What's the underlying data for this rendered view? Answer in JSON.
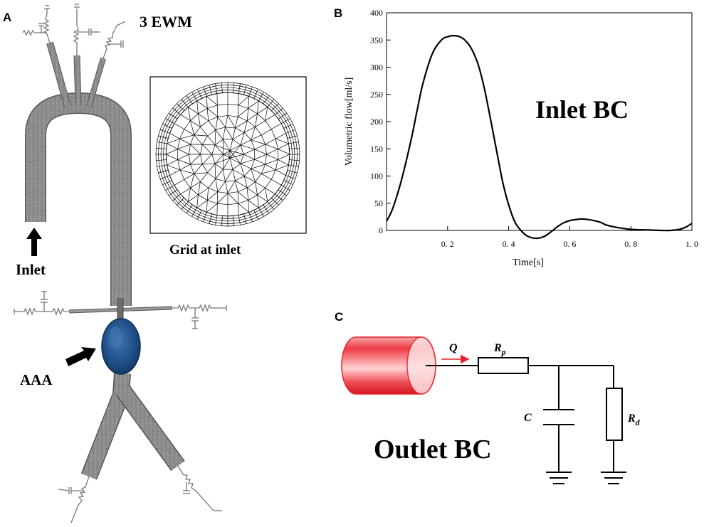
{
  "panels": {
    "a": {
      "letter": "A",
      "model_label": "3 EWM",
      "grid_label": "Grid at inlet",
      "inlet_label": "Inlet",
      "aaa_label": "AAA",
      "colors": {
        "vessel": "#8a8a8a",
        "aneurysm": "#1f4e86",
        "circuit": "#777777"
      }
    },
    "b": {
      "letter": "B",
      "annotation": "Inlet BC",
      "chart_data": {
        "type": "line",
        "xlabel": "Time[s]",
        "ylabel": "Volumetric flow[ml/s]",
        "xlim": [
          0,
          1.0
        ],
        "ylim": [
          0,
          400
        ],
        "x_ticks": [
          0.2,
          0.4,
          0.6,
          0.8,
          1.0
        ],
        "x_tick_labels": [
          "0. 2",
          "0. 4",
          "0. 6",
          "0. 8",
          "1. 0"
        ],
        "y_ticks": [
          0,
          50,
          100,
          150,
          200,
          250,
          300,
          350,
          400
        ],
        "y_tick_labels": [
          "0",
          "50",
          "100",
          "150",
          "200",
          "250",
          "300",
          "350",
          "400"
        ],
        "grid": false,
        "series": [
          {
            "x": [
              0.0,
              0.02,
              0.05,
              0.08,
              0.1,
              0.12,
              0.15,
              0.18,
              0.2,
              0.22,
              0.24,
              0.26,
              0.28,
              0.3,
              0.32,
              0.34,
              0.36,
              0.38,
              0.4,
              0.42,
              0.44,
              0.46,
              0.48,
              0.5,
              0.52,
              0.54,
              0.56,
              0.58,
              0.6,
              0.62,
              0.64,
              0.66,
              0.68,
              0.7,
              0.72,
              0.75,
              0.8,
              0.85,
              0.9,
              0.93,
              0.96,
              0.98,
              1.0
            ],
            "y": [
              17,
              40,
              95,
              165,
              220,
              272,
              325,
              350,
              356,
              358,
              356,
              348,
              332,
              305,
              262,
              206,
              148,
              90,
              47,
              16,
              0,
              -10,
              -14,
              -14,
              -10,
              -2,
              7,
              14,
              18,
              20,
              21,
              20,
              18,
              15,
              10,
              6,
              2,
              1,
              0,
              0,
              2,
              6,
              13
            ]
          }
        ]
      }
    },
    "c": {
      "letter": "C",
      "annotation": "Outlet BC",
      "flow_label": "Q",
      "rp_main": "R",
      "rp_sub": "p",
      "c_label": "C",
      "rd_main": "R",
      "rd_sub": "d",
      "colors": {
        "cylinder": "#e8222a",
        "arrow": "#e8222a",
        "wire": "#000000"
      }
    }
  }
}
